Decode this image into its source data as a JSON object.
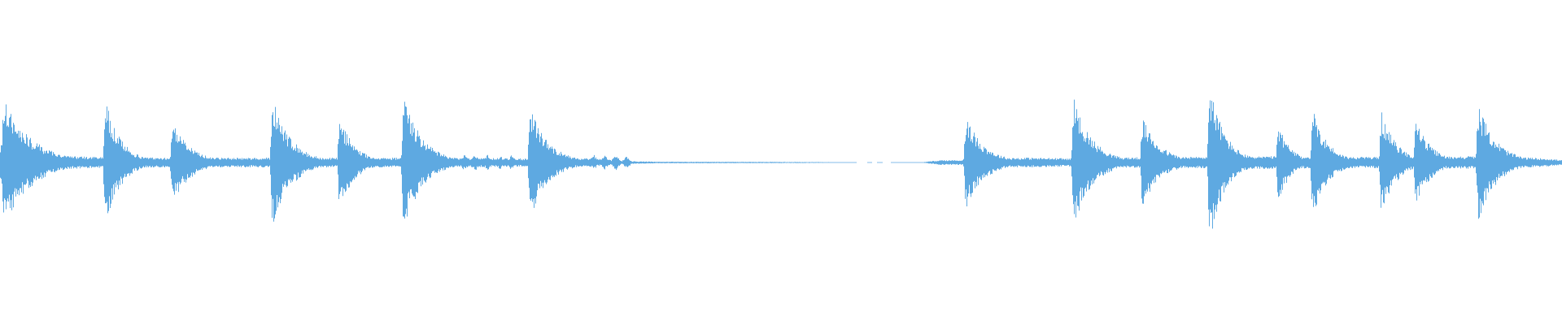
{
  "waveform": {
    "color": "#5ea9e1",
    "background": "#ffffff",
    "amplitude_range": [
      -1,
      1
    ],
    "duration_fraction": 1.0,
    "base_level": [
      [
        0.0,
        0.22
      ],
      [
        0.005,
        0.2
      ],
      [
        0.02,
        0.09
      ],
      [
        0.06,
        0.07
      ],
      [
        0.11,
        0.06
      ],
      [
        0.15,
        0.06
      ],
      [
        0.2,
        0.06
      ],
      [
        0.26,
        0.06
      ],
      [
        0.3,
        0.06
      ],
      [
        0.33,
        0.05
      ],
      [
        0.36,
        0.05
      ],
      [
        0.38,
        0.05
      ],
      [
        0.4,
        0.018
      ],
      [
        0.42,
        0.01
      ],
      [
        0.48,
        0.008
      ],
      [
        0.52,
        0.006
      ],
      [
        0.54,
        0.004
      ],
      [
        0.59,
        0.003
      ],
      [
        0.598,
        0.022
      ],
      [
        0.602,
        0.03
      ],
      [
        0.615,
        0.03
      ],
      [
        0.62,
        0.06
      ],
      [
        0.66,
        0.06
      ],
      [
        0.69,
        0.05
      ],
      [
        0.7,
        0.06
      ],
      [
        0.76,
        0.07
      ],
      [
        0.8,
        0.08
      ],
      [
        0.85,
        0.07
      ],
      [
        0.9,
        0.07
      ],
      [
        0.945,
        0.08
      ],
      [
        0.97,
        0.07
      ],
      [
        0.99,
        0.05
      ],
      [
        1.0,
        0.03
      ]
    ],
    "transients": [
      {
        "t": 0.002,
        "peak": 0.8,
        "decay": 0.018
      },
      {
        "t": 0.067,
        "peak": 0.8,
        "decay": 0.01
      },
      {
        "t": 0.11,
        "peak": 0.52,
        "decay": 0.012
      },
      {
        "t": 0.174,
        "peak": 0.82,
        "decay": 0.012
      },
      {
        "t": 0.217,
        "peak": 0.58,
        "decay": 0.01
      },
      {
        "t": 0.258,
        "peak": 0.86,
        "decay": 0.012
      },
      {
        "t": 0.339,
        "peak": 0.7,
        "decay": 0.012
      },
      {
        "t": 0.618,
        "peak": 0.58,
        "decay": 0.012
      },
      {
        "t": 0.687,
        "peak": 0.82,
        "decay": 0.012
      },
      {
        "t": 0.731,
        "peak": 0.56,
        "decay": 0.012
      },
      {
        "t": 0.774,
        "peak": 1.0,
        "decay": 0.01
      },
      {
        "t": 0.818,
        "peak": 0.5,
        "decay": 0.008
      },
      {
        "t": 0.84,
        "peak": 0.68,
        "decay": 0.01
      },
      {
        "t": 0.884,
        "peak": 0.64,
        "decay": 0.01
      },
      {
        "t": 0.906,
        "peak": 0.55,
        "decay": 0.01
      },
      {
        "t": 0.946,
        "peak": 0.73,
        "decay": 0.012
      }
    ],
    "wobbles": [
      {
        "t": 0.297,
        "amp": 0.1
      },
      {
        "t": 0.304,
        "amp": 0.11
      },
      {
        "t": 0.312,
        "amp": 0.1
      },
      {
        "t": 0.32,
        "amp": 0.09
      },
      {
        "t": 0.327,
        "amp": 0.09
      },
      {
        "t": 0.38,
        "amp": 0.1
      },
      {
        "t": 0.387,
        "amp": 0.09
      },
      {
        "t": 0.394,
        "amp": 0.1
      },
      {
        "t": 0.401,
        "amp": 0.08
      }
    ],
    "gaps": [
      [
        0.548,
        0.555
      ],
      [
        0.558,
        0.561
      ],
      [
        0.565,
        0.57
      ]
    ]
  }
}
